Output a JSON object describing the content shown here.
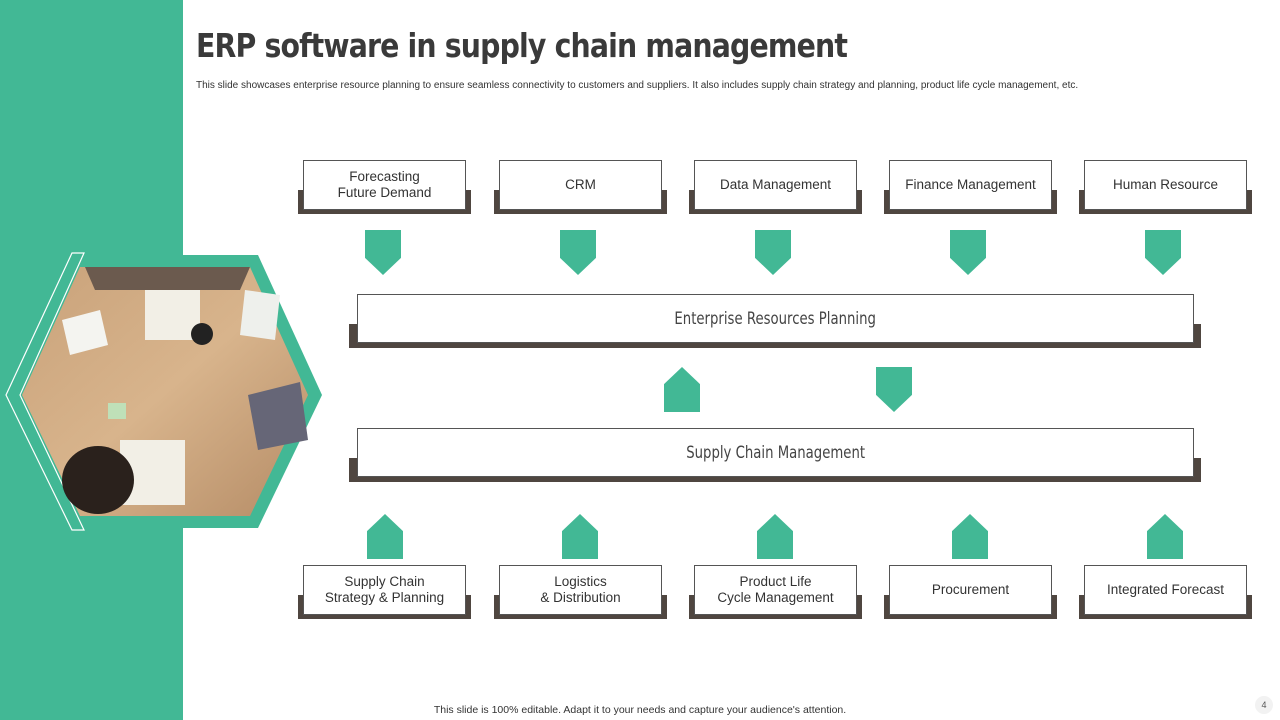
{
  "title": "ERP software in supply chain management",
  "subtitle": "This slide showcases enterprise resource planning to ensure seamless connectivity to customers and suppliers. It also includes supply chain strategy and planning, product life cycle management, etc.",
  "top_boxes": [
    "Forecasting\nFuture Demand",
    "CRM",
    "Data Management",
    "Finance Management",
    "Human Resource"
  ],
  "erp_label": "Enterprise Resources Planning",
  "scm_label": "Supply Chain Management",
  "bottom_boxes": [
    "Supply Chain\nStrategy & Planning",
    "Logistics\n& Distribution",
    "Product Life\nCycle Management",
    "Procurement",
    "Integrated Forecast"
  ],
  "footer": "This slide is 100% editable. Adapt it to your needs and capture your audience's attention.",
  "page_number": "4",
  "colors": {
    "accent": "#42b895",
    "base": "#4f4640"
  }
}
